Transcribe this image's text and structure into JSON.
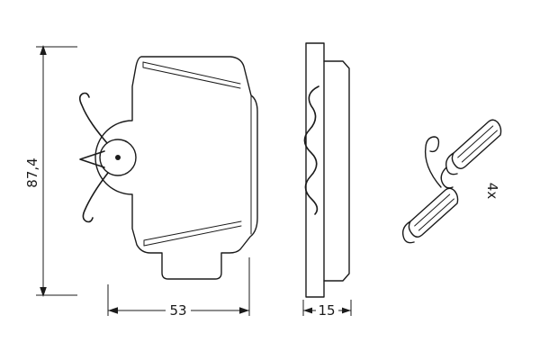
{
  "dimensions": {
    "height": "87,4",
    "width": "53",
    "thickness": "15"
  },
  "labels": {
    "clip_quantity": "4x"
  },
  "colors": {
    "line": "#1b1b1b",
    "background": "#ffffff"
  }
}
